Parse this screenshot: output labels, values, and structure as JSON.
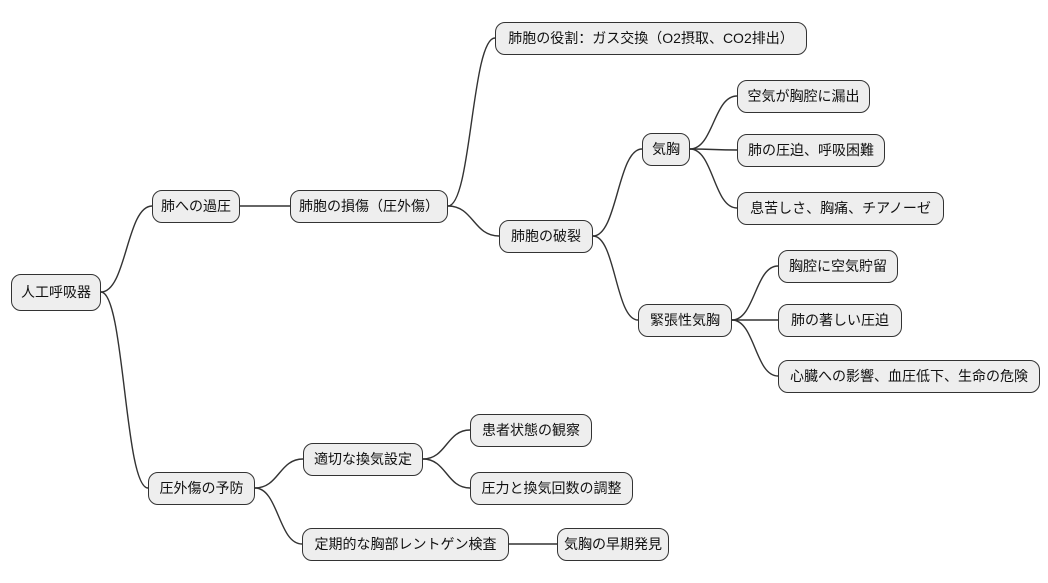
{
  "diagram": {
    "type": "mindmap",
    "root": "人工呼吸器"
  },
  "colors": {
    "background": "#ffffff",
    "node_fill": "#eeeeee",
    "node_border": "#333333",
    "edge": "#333333",
    "text": "#111111"
  },
  "nodes": [
    {
      "id": "ventilator",
      "label": "人工呼吸器",
      "level": 0
    },
    {
      "id": "lung-overpressure",
      "label": "肺への過圧",
      "level": 1
    },
    {
      "id": "alveolar-damage-barotrauma",
      "label": "肺胞の損傷（圧外傷）",
      "level": 2
    },
    {
      "id": "alveoli-role-gas-exchange",
      "label": "肺胞の役割：ガス交換（O2摂取、CO2排出）",
      "level": 3
    },
    {
      "id": "alveolar-rupture",
      "label": "肺胞の破裂",
      "level": 3
    },
    {
      "id": "pneumothorax",
      "label": "気胸",
      "level": 4
    },
    {
      "id": "air-leak-into-chest",
      "label": "空気が胸腔に漏出",
      "level": 5
    },
    {
      "id": "lung-compression-dyspnea",
      "label": "肺の圧迫、呼吸困難",
      "level": 5
    },
    {
      "id": "breathlessness-chestpain-cyanosis",
      "label": "息苦しさ、胸痛、チアノーゼ",
      "level": 5
    },
    {
      "id": "tension-pneumothorax",
      "label": "緊張性気胸",
      "level": 4
    },
    {
      "id": "air-accumulation-chest",
      "label": "胸腔に空気貯留",
      "level": 5
    },
    {
      "id": "severe-lung-compression",
      "label": "肺の著しい圧迫",
      "level": 5
    },
    {
      "id": "heart-impact-bp-drop-life-danger",
      "label": "心臓への影響、血圧低下、生命の危険",
      "level": 5
    },
    {
      "id": "barotrauma-prevention",
      "label": "圧外傷の予防",
      "level": 1
    },
    {
      "id": "proper-ventilation-settings",
      "label": "適切な換気設定",
      "level": 2
    },
    {
      "id": "patient-condition-observation",
      "label": "患者状態の観察",
      "level": 3
    },
    {
      "id": "pressure-rate-adjustment",
      "label": "圧力と換気回数の調整",
      "level": 3
    },
    {
      "id": "regular-chest-xray",
      "label": "定期的な胸部レントゲン検査",
      "level": 2
    },
    {
      "id": "early-pneumothorax-detection",
      "label": "気胸の早期発見",
      "level": 3
    }
  ],
  "edges": [
    {
      "from": "ventilator",
      "to": "lung-overpressure"
    },
    {
      "from": "ventilator",
      "to": "barotrauma-prevention"
    },
    {
      "from": "lung-overpressure",
      "to": "alveolar-damage-barotrauma"
    },
    {
      "from": "alveolar-damage-barotrauma",
      "to": "alveoli-role-gas-exchange"
    },
    {
      "from": "alveolar-damage-barotrauma",
      "to": "alveolar-rupture"
    },
    {
      "from": "alveolar-rupture",
      "to": "pneumothorax"
    },
    {
      "from": "alveolar-rupture",
      "to": "tension-pneumothorax"
    },
    {
      "from": "pneumothorax",
      "to": "air-leak-into-chest"
    },
    {
      "from": "pneumothorax",
      "to": "lung-compression-dyspnea"
    },
    {
      "from": "pneumothorax",
      "to": "breathlessness-chestpain-cyanosis"
    },
    {
      "from": "tension-pneumothorax",
      "to": "air-accumulation-chest"
    },
    {
      "from": "tension-pneumothorax",
      "to": "severe-lung-compression"
    },
    {
      "from": "tension-pneumothorax",
      "to": "heart-impact-bp-drop-life-danger"
    },
    {
      "from": "barotrauma-prevention",
      "to": "proper-ventilation-settings"
    },
    {
      "from": "barotrauma-prevention",
      "to": "regular-chest-xray"
    },
    {
      "from": "proper-ventilation-settings",
      "to": "patient-condition-observation"
    },
    {
      "from": "proper-ventilation-settings",
      "to": "pressure-rate-adjustment"
    },
    {
      "from": "regular-chest-xray",
      "to": "early-pneumothorax-detection"
    }
  ]
}
